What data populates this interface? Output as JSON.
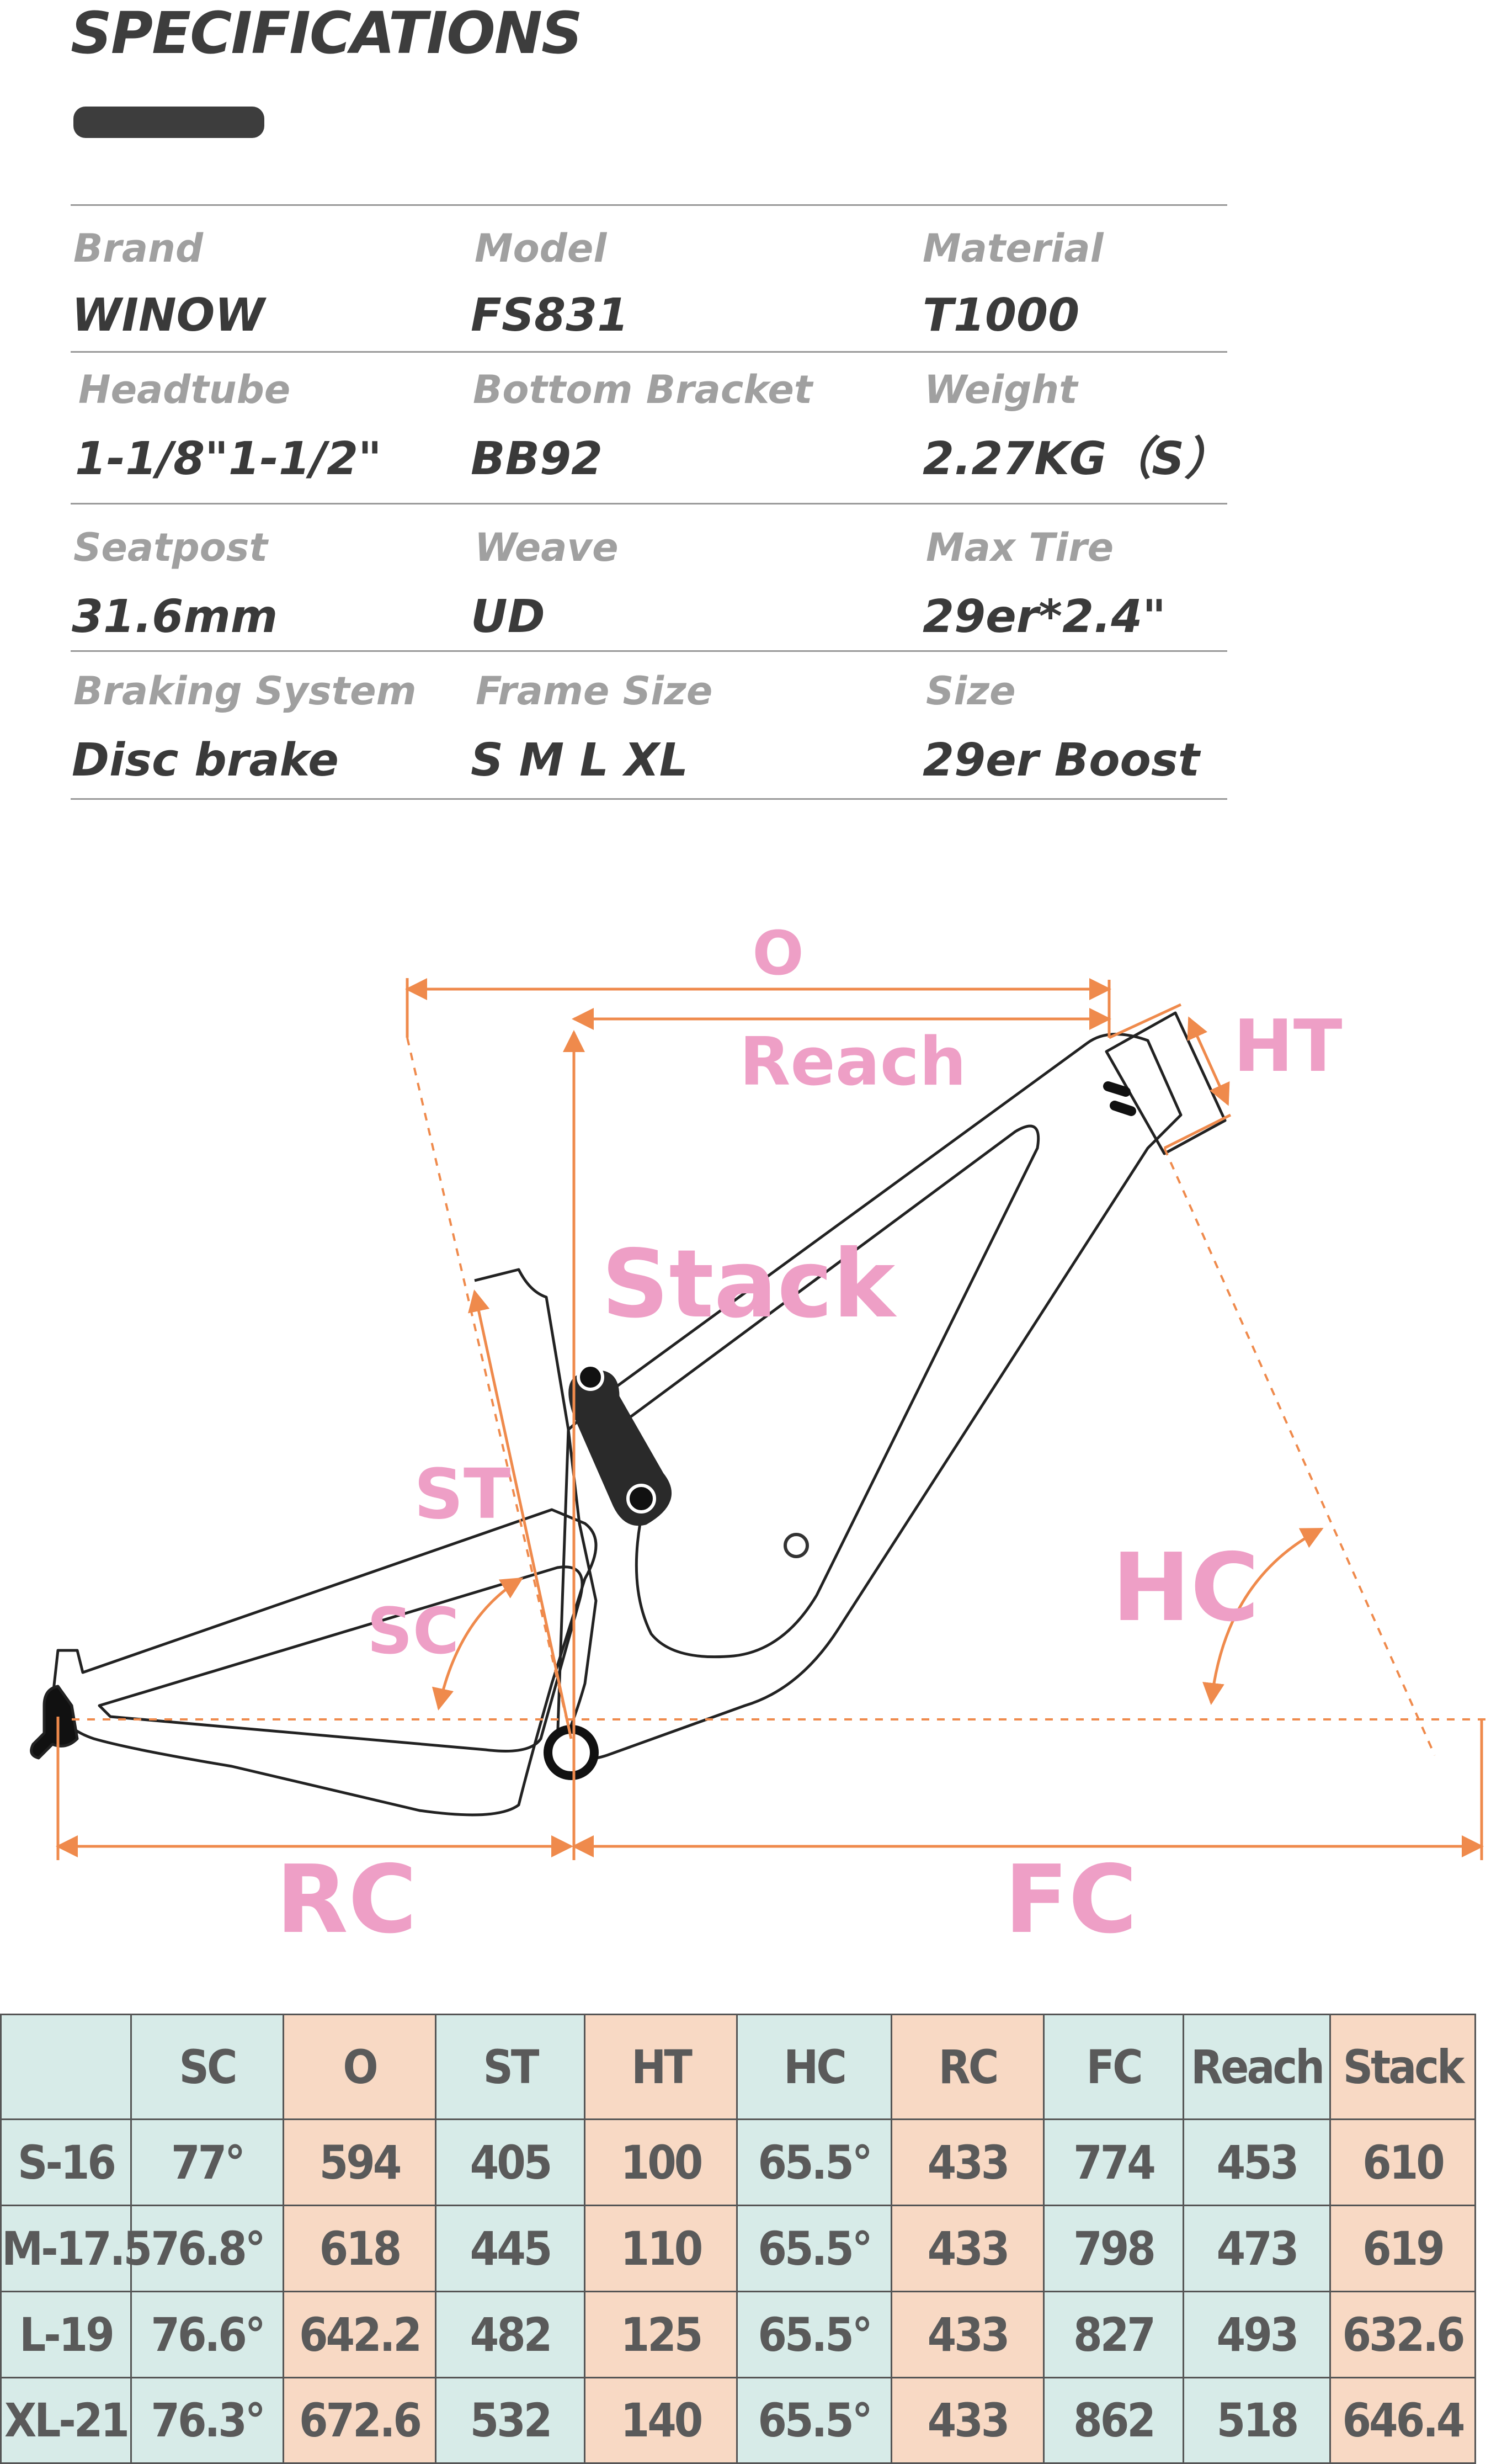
{
  "title": "SPECIFICATIONS",
  "specs": [
    [
      {
        "label": "Brand",
        "value": "WINOW"
      },
      {
        "label": "Model",
        "value": "FS831"
      },
      {
        "label": "Material",
        "value": "T1000"
      }
    ],
    [
      {
        "label": "Headtube",
        "value": "1-1/8\"1-1/2\""
      },
      {
        "label": "Bottom Bracket",
        "value": "BB92"
      },
      {
        "label": "Weight",
        "value": "2.27KG（S）"
      }
    ],
    [
      {
        "label": "Seatpost",
        "value": "31.6mm"
      },
      {
        "label": "Weave",
        "value": "UD"
      },
      {
        "label": "Max Tire",
        "value": "29er*2.4\""
      }
    ],
    [
      {
        "label": "Braking System",
        "value": "Disc brake"
      },
      {
        "label": "Frame Size",
        "value": "S M L XL"
      },
      {
        "label": "Size",
        "value": "29er Boost"
      }
    ]
  ],
  "diagram": {
    "labels": {
      "o": "O",
      "reach": "Reach",
      "ht": "HT",
      "stack": "Stack",
      "st": "ST",
      "sc": "SC",
      "hc": "HC",
      "rc": "RC",
      "fc": "FC"
    },
    "colors": {
      "dimension": "#ef8a4c",
      "label": "#ee9fc6",
      "frame": "#222222"
    }
  },
  "geometry_table": {
    "headers": [
      "",
      "SC",
      "O",
      "ST",
      "HT",
      "HC",
      "RC",
      "FC",
      "Reach",
      "Stack"
    ],
    "header_colors": [
      "blue",
      "blue",
      "peach",
      "blue",
      "peach",
      "blue",
      "peach",
      "blue",
      "blue",
      "peach"
    ],
    "rows": [
      [
        "S-16",
        "77°",
        "594",
        "405",
        "100",
        "65.5°",
        "433",
        "774",
        "453",
        "610"
      ],
      [
        "M-17.5",
        "76.8°",
        "618",
        "445",
        "110",
        "65.5°",
        "433",
        "798",
        "473",
        "619"
      ],
      [
        "L-19",
        "76.6°",
        "642.2",
        "482",
        "125",
        "65.5°",
        "433",
        "827",
        "493",
        "632.6"
      ],
      [
        "XL-21",
        "76.3°",
        "672.6",
        "532",
        "140",
        "65.5°",
        "433",
        "862",
        "518",
        "646.4"
      ]
    ],
    "colors": {
      "blue": "#d7ebe8",
      "peach": "#f8d9c4",
      "border": "#555555"
    }
  }
}
